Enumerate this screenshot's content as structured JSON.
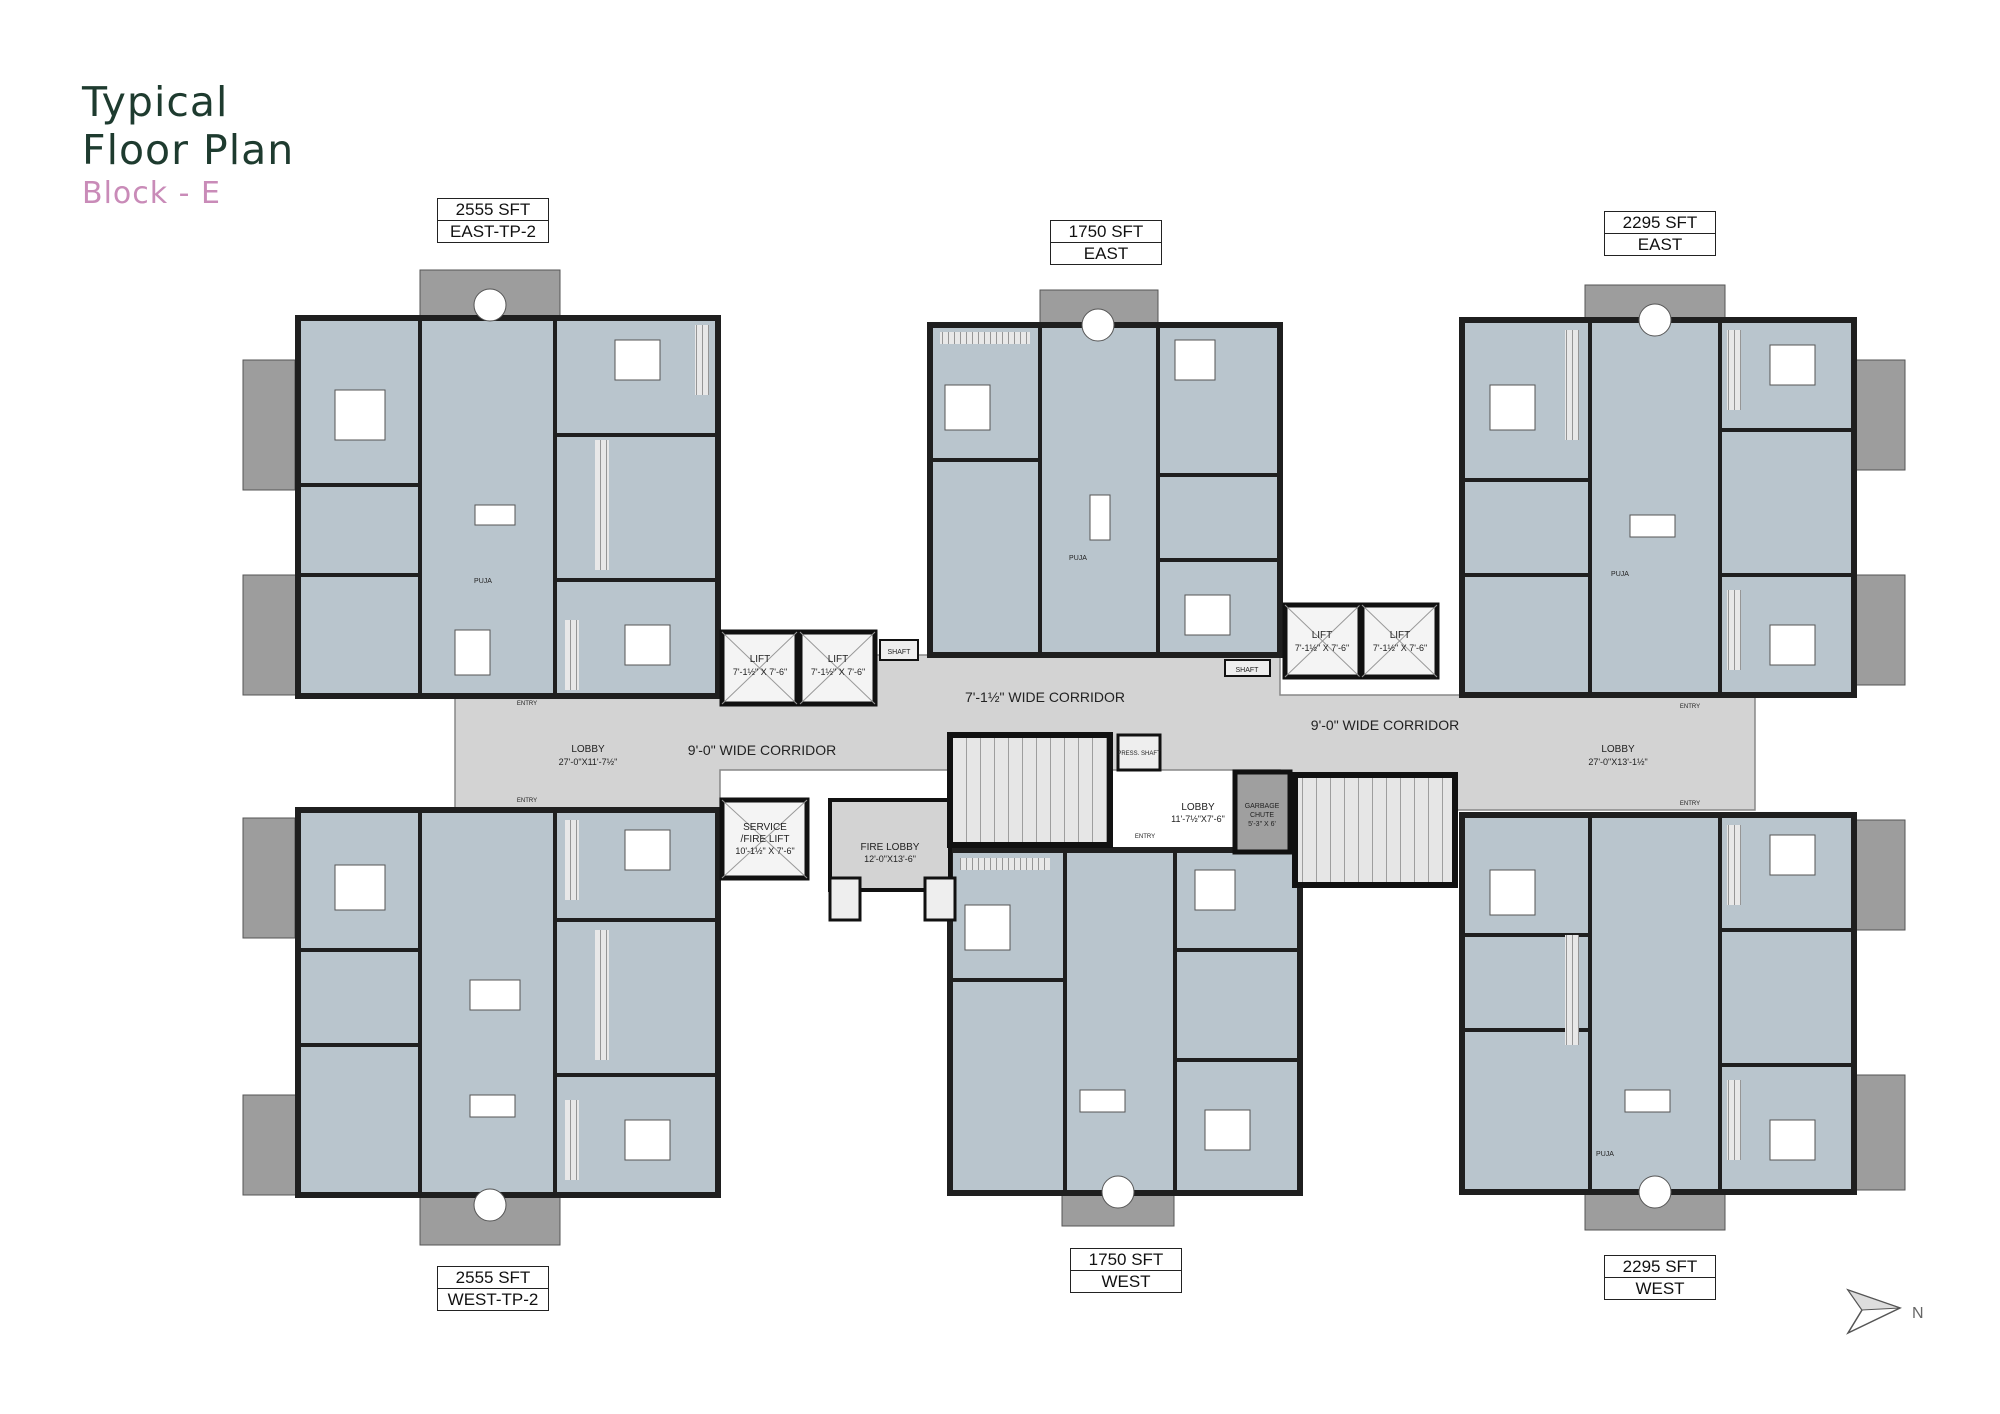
{
  "header": {
    "title_line1": "Typical",
    "title_line2": "Floor Plan",
    "block": "Block - E"
  },
  "units": [
    {
      "area": "2555 SFT",
      "type": "EAST-TP-2"
    },
    {
      "area": "1750 SFT",
      "type": "EAST"
    },
    {
      "area": "2295 SFT",
      "type": "EAST"
    },
    {
      "area": "2555 SFT",
      "type": "WEST-TP-2"
    },
    {
      "area": "1750 SFT",
      "type": "WEST"
    },
    {
      "area": "2295 SFT",
      "type": "WEST"
    }
  ],
  "core": {
    "corridor_left": "9'-0\" WIDE CORRIDOR",
    "corridor_center": "7'-1½\" WIDE CORRIDOR",
    "corridor_right": "9'-0\" WIDE CORRIDOR",
    "lobby_left": "LOBBY",
    "lobby_left_dim": "27'-0\"X11'-7½\"",
    "lobby_right": "LOBBY",
    "lobby_right_dim": "27'-0\"X13'-1½\"",
    "lobby_center": "LOBBY",
    "lobby_center_dim": "11'-7½\"X7'-6\"",
    "lift": "LIFT",
    "lift_dim_a": "7'-1½\" X 7'-6\"",
    "lift_dim_b": "7'-1½\" X 7'-6\"",
    "service_lift_1": "SERVICE",
    "service_lift_2": "/FIRE LIFT",
    "service_lift_dim": "10'-1½\" X 7'-6\"",
    "fire_lobby": "FIRE LOBBY",
    "fire_lobby_dim": "12'-0\"X13'-6\"",
    "garbage_1": "GARBAGE",
    "garbage_2": "CHUTE",
    "garbage_dim": "5'-3\" X 6'",
    "shaft": "SHAFT",
    "press_shaft": "PRESS. SHAFT",
    "entry": "ENTRY",
    "puja": "PUJA"
  },
  "compass": {
    "label": "N"
  },
  "colors": {
    "room_fill": "#b8c4cc",
    "wall": "#1f1f1f",
    "corridor": "#d5d5d5",
    "balcony": "#9c9c9c",
    "title": "#1e3b2f",
    "subtitle": "#c98bb8"
  }
}
